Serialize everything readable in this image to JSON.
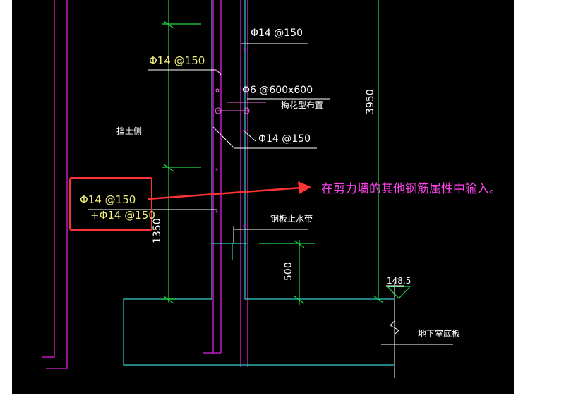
{
  "labels": {
    "rebar_top": "Φ14 @150",
    "rebar_left": "Φ14 @150",
    "tie_bar": "Φ6 @600x600",
    "tie_layout": "梅花型布置",
    "soil_side": "挡土侧",
    "rebar_mid": "Φ14 @150",
    "boxed_line1": "Φ14 @150",
    "boxed_line2": "+Φ14 @150",
    "steel_waterstop": "钢板止水带",
    "elevation": "148.5",
    "basement_slab": "地下室底板"
  },
  "dimensions": {
    "d3950": "3950",
    "d1350": "1350",
    "d500": "500"
  },
  "annotation": {
    "text": "在剪力墙的其他钢筋属性中输入。"
  },
  "colors": {
    "canvas": "#000000",
    "wall_magenta": "#e020e0",
    "dimension_green": "#22dd44",
    "concrete_cyan": "#33cccc",
    "rebar_yellow": "#f2f07a",
    "callout_red": "#ff3333",
    "note_magenta": "#ff44ee"
  }
}
